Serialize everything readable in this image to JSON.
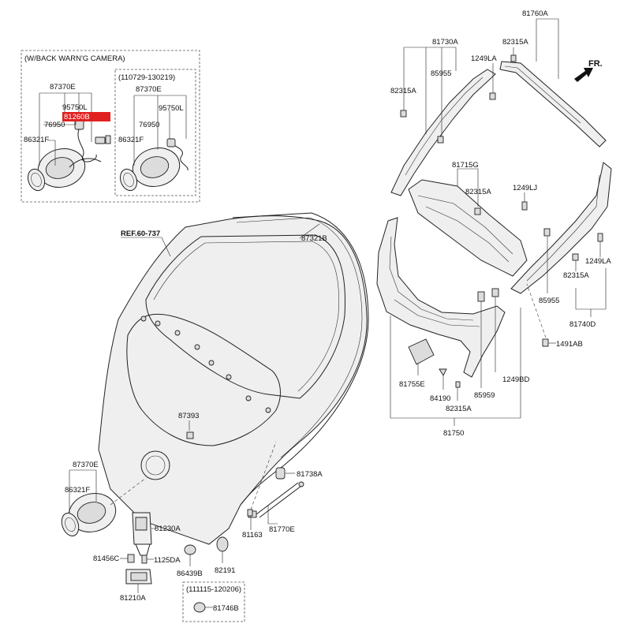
{
  "fr_label": "FR.",
  "ref_label": "REF.60-737",
  "boxes": {
    "camera_box_title": "(W/BACK WARN'G CAMERA)",
    "date_box_1": "(110729-130219)",
    "date_box_2": "(111115-120206)"
  },
  "highlight_color": "#e02020",
  "callouts": {
    "p87370E_a": "87370E",
    "p95750L_a": "95750L",
    "p81260B": "81260B",
    "p76950_a": "76950",
    "p86321F_a": "86321F",
    "p87370E_b": "87370E",
    "p95750L_b": "95750L",
    "p76950_b": "76950",
    "p86321F_b": "86321F",
    "p87321B": "87321B",
    "p87393": "87393",
    "p87370E_c": "87370E",
    "p86321F_c": "86321F",
    "p81738A": "81738A",
    "p81230A": "81230A",
    "p81770E": "81770E",
    "p81163": "81163",
    "p81456C": "81456C",
    "p1125DA": "1125DA",
    "p86439B": "86439B",
    "p82191": "82191",
    "p81210A": "81210A",
    "p81746B": "81746B",
    "p81760A": "81760A",
    "p81730A": "81730A",
    "p82315A_a": "82315A",
    "p1249LA_a": "1249LA",
    "p82315A_b": "82315A",
    "p85955_a": "85955",
    "p81715G": "81715G",
    "p82315A_c": "82315A",
    "p1249LJ": "1249LJ",
    "p1249LA_b": "1249LA",
    "p82315A_d": "82315A",
    "p85955_b": "85955",
    "p81740D": "81740D",
    "p1491AB": "1491AB",
    "p1249BD": "1249BD",
    "p81755E": "81755E",
    "p84190": "84190",
    "p85959": "85959",
    "p82315A_e": "82315A",
    "p81750": "81750"
  }
}
